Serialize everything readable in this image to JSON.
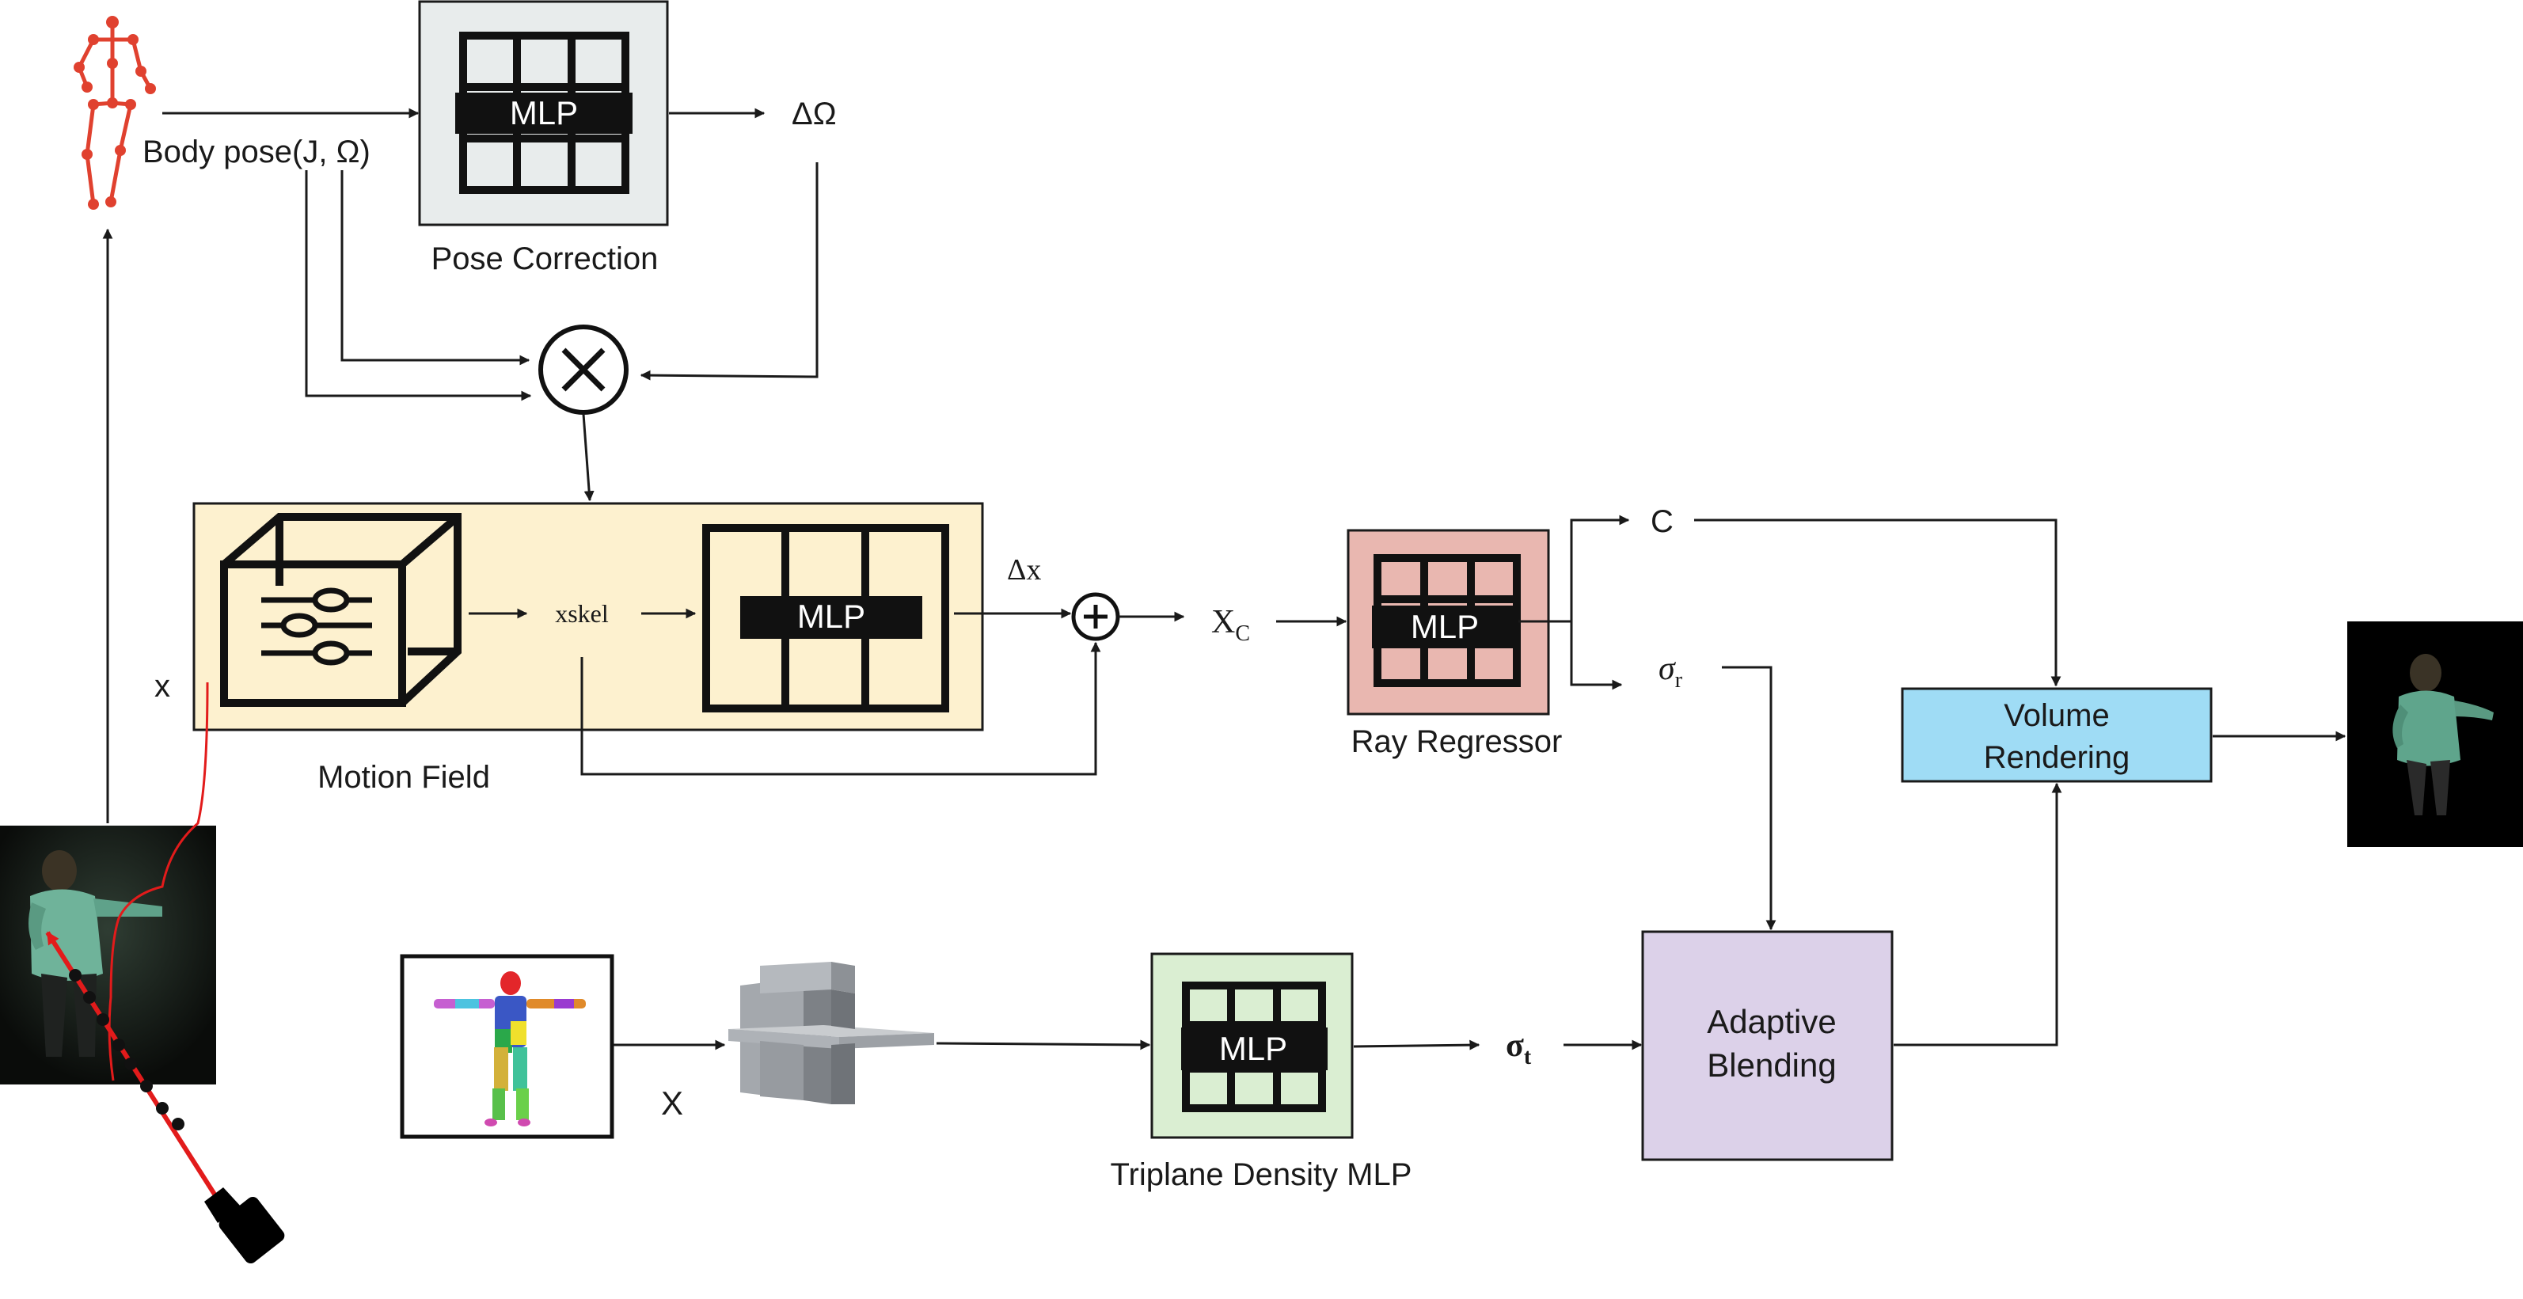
{
  "labels": {
    "body_pose": "Body pose(J, Ω)",
    "delta_omega": "ΔΩ",
    "pose_correction": "Pose Correction",
    "mlp": "MLP",
    "x_motion": "x",
    "xskel": "xskel",
    "delta_x": "Δx",
    "motion_field": "Motion Field",
    "x_c_main": "X",
    "x_c_sub": "C",
    "ray_regressor": "Ray Regressor",
    "c_out": "C",
    "sigma_r_main": "σ",
    "sigma_r_sub": "r",
    "volume_rendering_l1": "Volume",
    "volume_rendering_l2": "Rendering",
    "x_triplane": "X",
    "triplane_density": "Triplane Density MLP",
    "sigma_t_main": "σ",
    "sigma_t_sub": "t",
    "adaptive_blending_l1": "Adaptive",
    "adaptive_blending_l2": "Blending"
  },
  "colors": {
    "pose_correction_fill": "#e8ecec",
    "motion_field_fill": "#fdf1cf",
    "ray_regressor_fill": "#e9b7b0",
    "volume_rendering_fill": "#9fdcf5",
    "triplane_mlp_fill": "#daeed2",
    "adaptive_blending_fill": "#dcd1e9",
    "skeleton": "#e0412f",
    "ray": "#e21b1b"
  },
  "icons": [
    "skeleton-icon",
    "camera-icon",
    "motion-cube-icon",
    "triplane-icon",
    "person-photo",
    "rendered-person-photo",
    "colored-body-model"
  ]
}
